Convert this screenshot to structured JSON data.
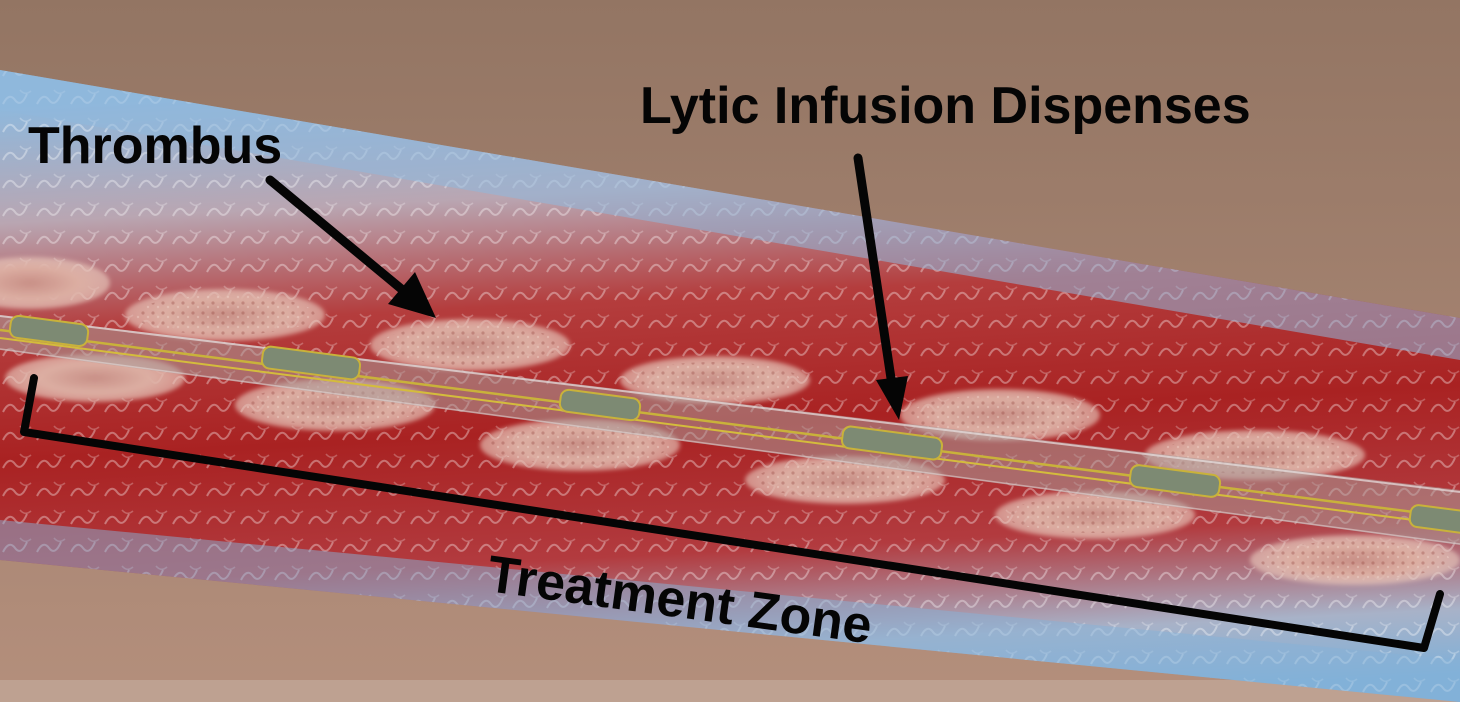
{
  "labels": {
    "thrombus": "Thrombus",
    "lytic_infusion": "Lytic Infusion Dispenses",
    "treatment_zone": "Treatment Zone"
  },
  "colors": {
    "background": "#957a68",
    "vessel_wall": "#8fb5d6",
    "blood": "#b42828",
    "thrombus": "#d9a99a",
    "catheter_wire": "#c9b23a",
    "annotation": "#050505"
  },
  "icons": {
    "thrombus_arrow": "arrow-icon",
    "lytic_arrow": "arrow-icon",
    "zone_bracket": "bracket-icon"
  }
}
